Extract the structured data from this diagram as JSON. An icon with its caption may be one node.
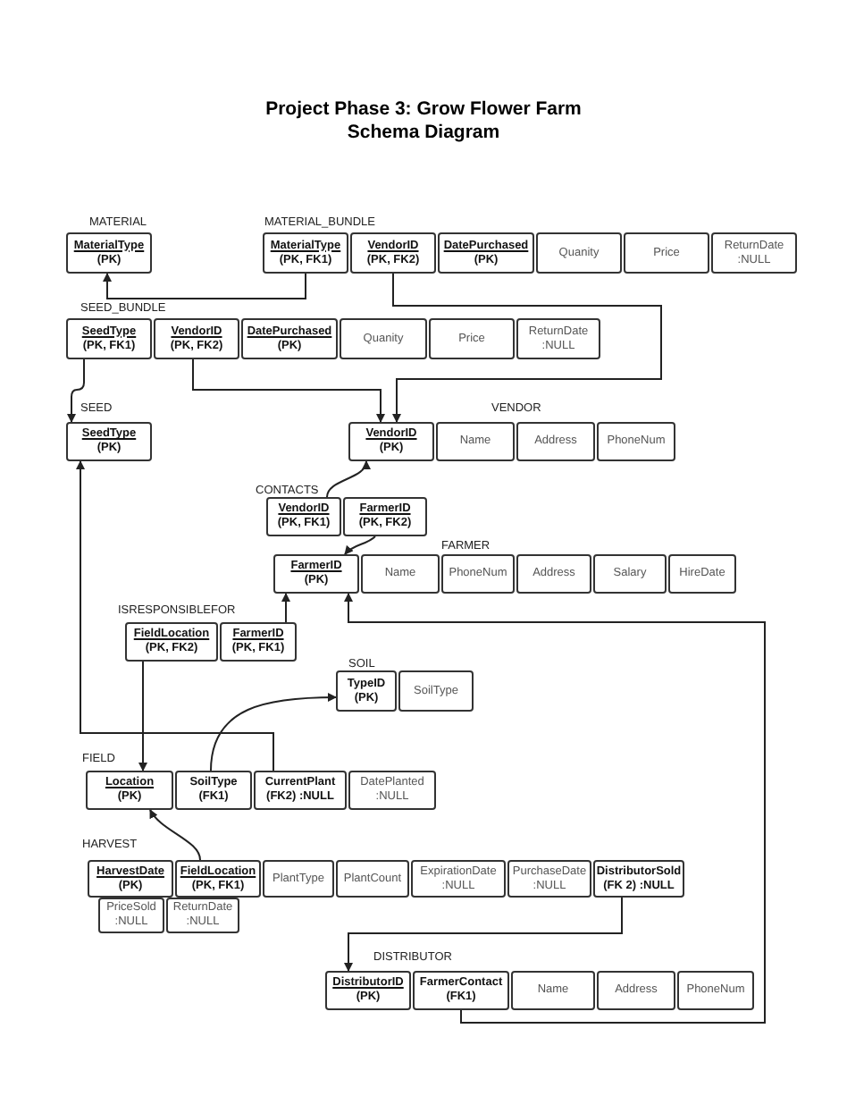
{
  "diagram": {
    "title": "Project Phase 3: Grow Flower Farm Schema Diagram",
    "nodes": [
      {
        "text": [
          "MaterialType",
          "(PK)"
        ]
      },
      {
        "text": [
          "MaterialType",
          "(PK, FK1)"
        ]
      },
      {
        "text": [
          "VendorID",
          "(PK, FK2)"
        ]
      },
      {
        "text": [
          "DatePurchased",
          "(PK)"
        ]
      },
      {
        "text": [
          "Quanity"
        ]
      },
      {
        "text": [
          "Price"
        ]
      },
      {
        "text": [
          "ReturnDate :NULL"
        ]
      },
      {
        "text": [
          "SeedType",
          "(PK, FK1)"
        ]
      },
      {
        "text": [
          "VendorID",
          "(PK, FK2)"
        ]
      },
      {
        "text": [
          "DatePurchased",
          "(PK)"
        ]
      },
      {
        "text": [
          "Quanity"
        ]
      },
      {
        "text": [
          "Price"
        ]
      },
      {
        "text": [
          "ReturnDate :NULL"
        ]
      },
      {
        "text": [
          "SeedType",
          "(PK)"
        ]
      },
      {
        "text": [
          "VendorID",
          "(PK)"
        ]
      },
      {
        "text": [
          "Name"
        ]
      },
      {
        "text": [
          "Address"
        ]
      },
      {
        "text": [
          "PhoneNum"
        ]
      },
      {
        "text": [
          "VendorID",
          "(PK, FK1)"
        ]
      },
      {
        "text": [
          "FarmerID",
          "(PK, FK2)"
        ]
      },
      {
        "text": [
          "FarmerID",
          "(PK)"
        ]
      },
      {
        "text": [
          "Name"
        ]
      },
      {
        "text": [
          "PhoneNum"
        ]
      },
      {
        "text": [
          "Address"
        ]
      },
      {
        "text": [
          "Salary"
        ]
      },
      {
        "text": [
          "HireDate"
        ]
      },
      {
        "text": [
          "FieldLocation",
          "(PK, FK2)"
        ]
      },
      {
        "text": [
          "FarmerID",
          "(PK, FK1)"
        ]
      },
      {
        "text": [
          "TypeID",
          "(PK)"
        ]
      },
      {
        "text": [
          "SoilType"
        ]
      },
      {
        "text": [
          "Location",
          "(PK)"
        ]
      },
      {
        "text": [
          "SoilType",
          "(FK1)"
        ]
      },
      {
        "text": [
          "CurrentPlant",
          "(FK2) :NULL"
        ]
      },
      {
        "text": [
          "DatePlanted :NULL"
        ]
      },
      {
        "text": [
          "HarvestDate",
          "(PK)"
        ]
      },
      {
        "text": [
          "FieldLocation",
          "(PK, FK1)"
        ]
      },
      {
        "text": [
          "PlantType"
        ]
      },
      {
        "text": [
          "PlantCount"
        ]
      },
      {
        "text": [
          "ExpirationDate :NULL"
        ]
      },
      {
        "text": [
          "PurchaseDate :NULL"
        ]
      },
      {
        "text": [
          "DistributorSold",
          "(FK 2) :NULL"
        ]
      },
      {
        "text": [
          "PriceSold :NULL"
        ]
      },
      {
        "text": [
          "ReturnDate :NULL"
        ]
      },
      {
        "text": [
          "DistributorID",
          "(PK)"
        ]
      },
      {
        "text": [
          "FarmerContact",
          "(FK1)"
        ]
      },
      {
        "text": [
          "Name"
        ]
      },
      {
        "text": [
          "Address"
        ]
      },
      {
        "text": [
          "PhoneNum"
        ]
      }
    ],
    "edges": [
      {
        "from": 1,
        "to": 0,
        "arrow": "to"
      },
      {
        "from": 2,
        "to": 14,
        "arrow": "to"
      },
      {
        "from": 7,
        "to": 13,
        "arrow": "to"
      },
      {
        "from": 8,
        "to": 14,
        "arrow": "to"
      },
      {
        "from": 18,
        "to": 14,
        "arrow": "to"
      },
      {
        "from": 19,
        "to": 20,
        "arrow": "to"
      },
      {
        "from": 27,
        "to": 20,
        "arrow": "to"
      },
      {
        "from": 44,
        "to": 20,
        "arrow": "to"
      },
      {
        "from": 26,
        "to": 30,
        "arrow": "to"
      },
      {
        "from": 31,
        "to": 28,
        "arrow": "to"
      },
      {
        "from": 32,
        "to": 13,
        "arrow": "to"
      },
      {
        "from": 35,
        "to": 30,
        "arrow": "to"
      },
      {
        "from": 40,
        "to": 43,
        "arrow": "to"
      }
    ],
    "labels": [
      "MATERIAL",
      "MATERIAL_BUNDLE",
      "SEED_BUNDLE",
      "SEED",
      "VENDOR",
      "CONTACTS",
      "FARMER",
      "ISRESPONSIBLEFOR",
      "SOIL",
      "FIELD",
      "HARVEST",
      "DISTRIBUTOR"
    ]
  }
}
